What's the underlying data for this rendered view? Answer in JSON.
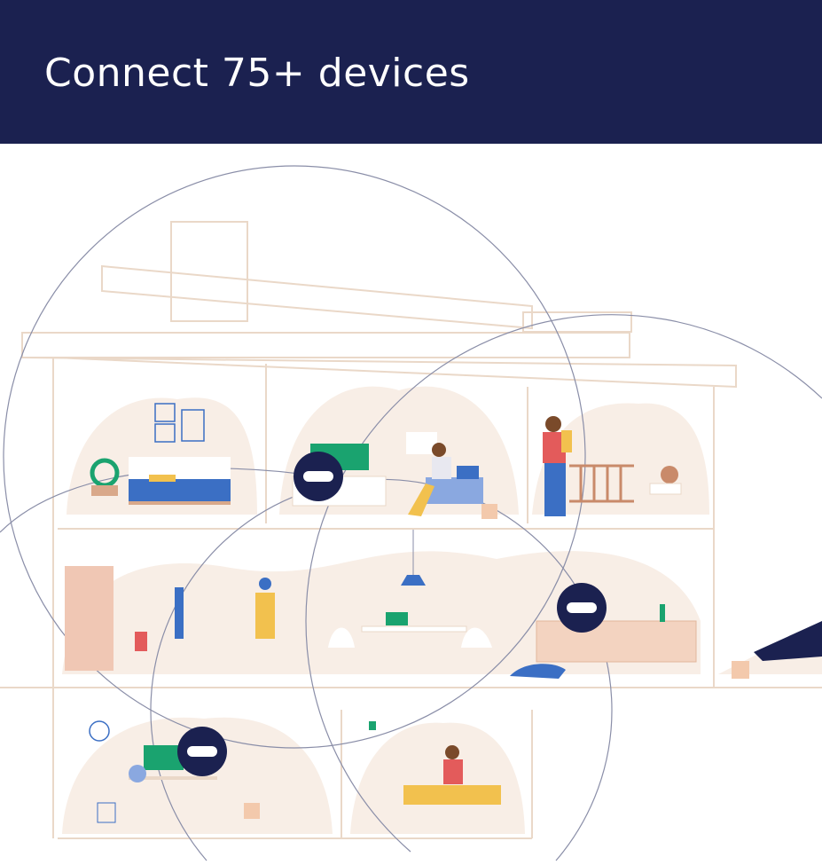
{
  "header": {
    "title": "Connect 75+ devices"
  },
  "colors": {
    "header_bg": "#1b2150",
    "wall_line": "#ead8c8",
    "room_blob": "#f8eee6",
    "router": "#1b2150",
    "signal_arc": "#8a8ea8",
    "accent_green": "#1aa36f",
    "accent_blue": "#3b6fc4"
  },
  "illustration": {
    "routers": [
      {
        "label": "router-living-room"
      },
      {
        "label": "router-kitchen"
      },
      {
        "label": "router-office"
      }
    ]
  }
}
